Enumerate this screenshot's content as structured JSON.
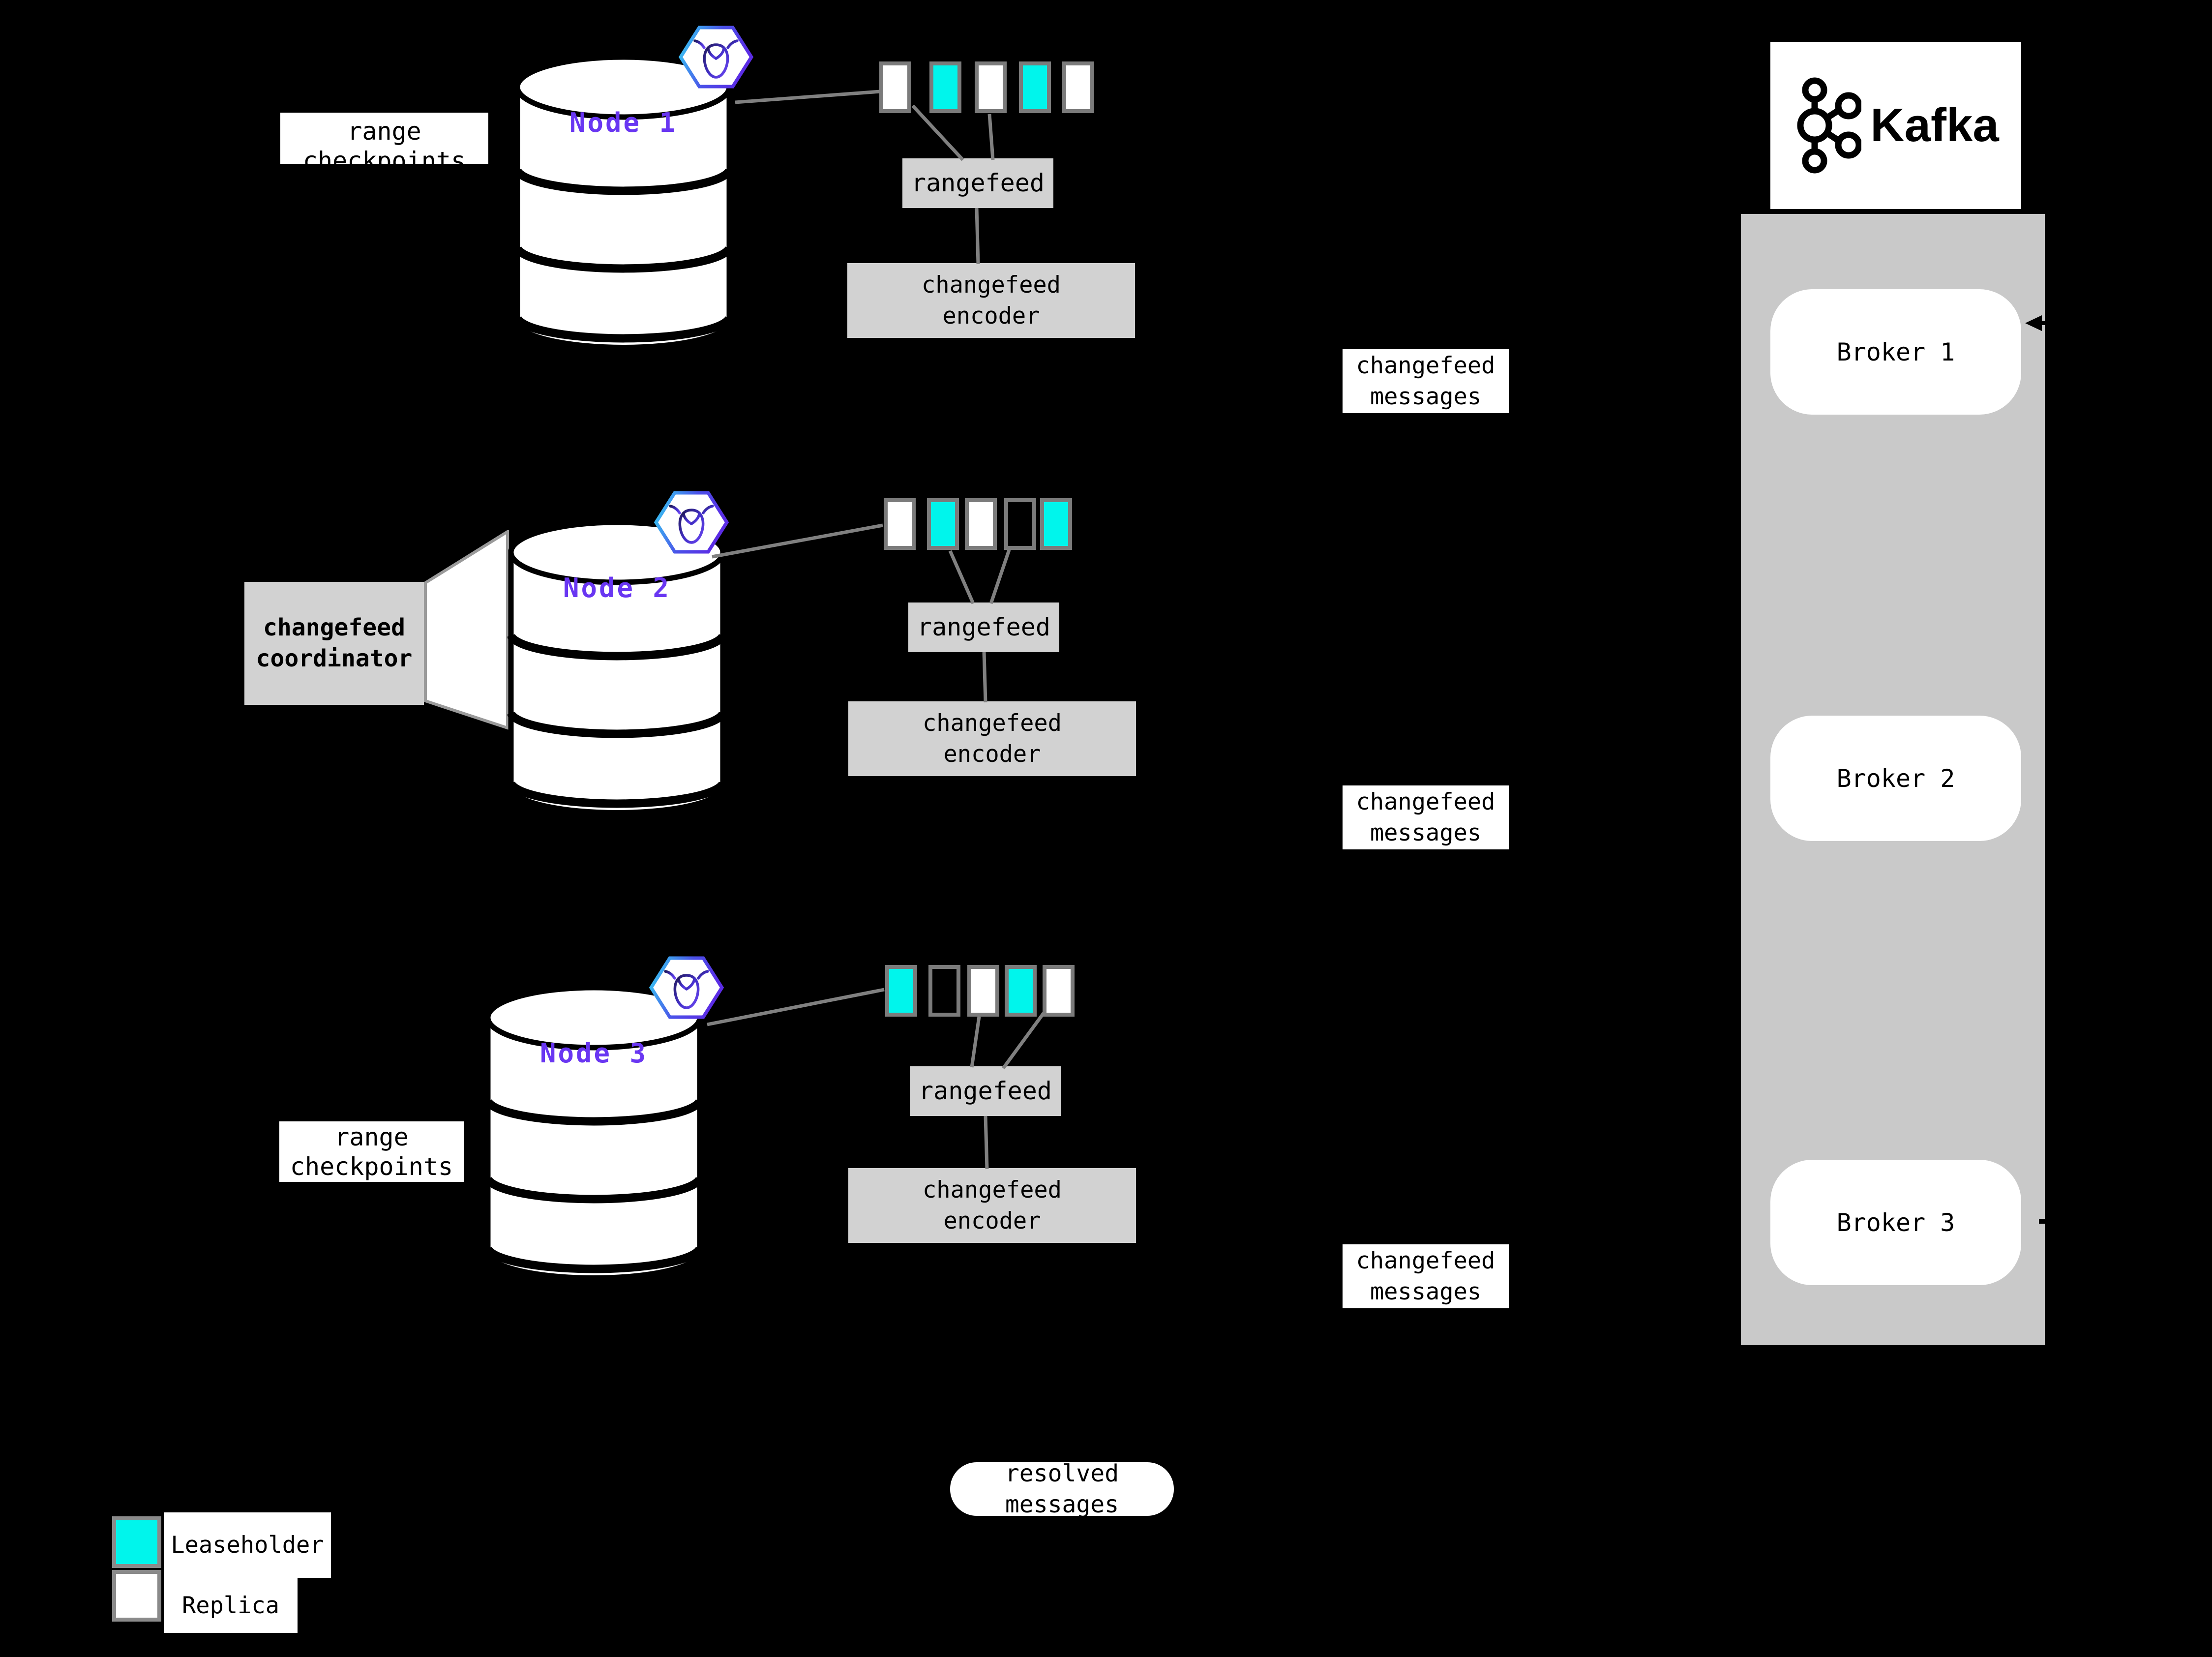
{
  "colors": {
    "background": "#000000",
    "leaseholder": "#00F5EC",
    "replica": "#FFFFFF",
    "unfilled_range": "transparent",
    "process_box_gray": "#D2D2D2",
    "kafka_container_gray": "#C9C9C9",
    "node_label_purple": "#6936F2",
    "connector_gray": "#808080"
  },
  "annotations": {
    "range_checkpoints_top": "range checkpoints",
    "range_checkpoints_bottom": "range checkpoints",
    "coordinator": "changefeed coordinator",
    "resolved": "resolved messages"
  },
  "nodes": [
    {
      "label": "Node 1",
      "rangefeed": "rangefeed",
      "encoder": "changefeed encoder",
      "messages": "changefeed messages",
      "ranges": [
        "replica",
        "leaseholder",
        "replica",
        "leaseholder",
        "replica"
      ]
    },
    {
      "label": "Node 2",
      "rangefeed": "rangefeed",
      "encoder": "changefeed encoder",
      "messages": "changefeed messages",
      "ranges": [
        "replica",
        "leaseholder",
        "replica",
        "none",
        "leaseholder"
      ]
    },
    {
      "label": "Node 3",
      "rangefeed": "rangefeed",
      "encoder": "changefeed encoder",
      "messages": "changefeed messages",
      "ranges": [
        "leaseholder",
        "none",
        "replica",
        "leaseholder",
        "replica"
      ]
    }
  ],
  "kafka": {
    "brand": "Kafka",
    "brokers": [
      {
        "label": "Broker 1"
      },
      {
        "label": "Broker 2"
      },
      {
        "label": "Broker 3"
      }
    ]
  },
  "legend": [
    {
      "label": "Leaseholder",
      "fill": "leaseholder"
    },
    {
      "label": "Replica",
      "fill": "replica"
    }
  ]
}
